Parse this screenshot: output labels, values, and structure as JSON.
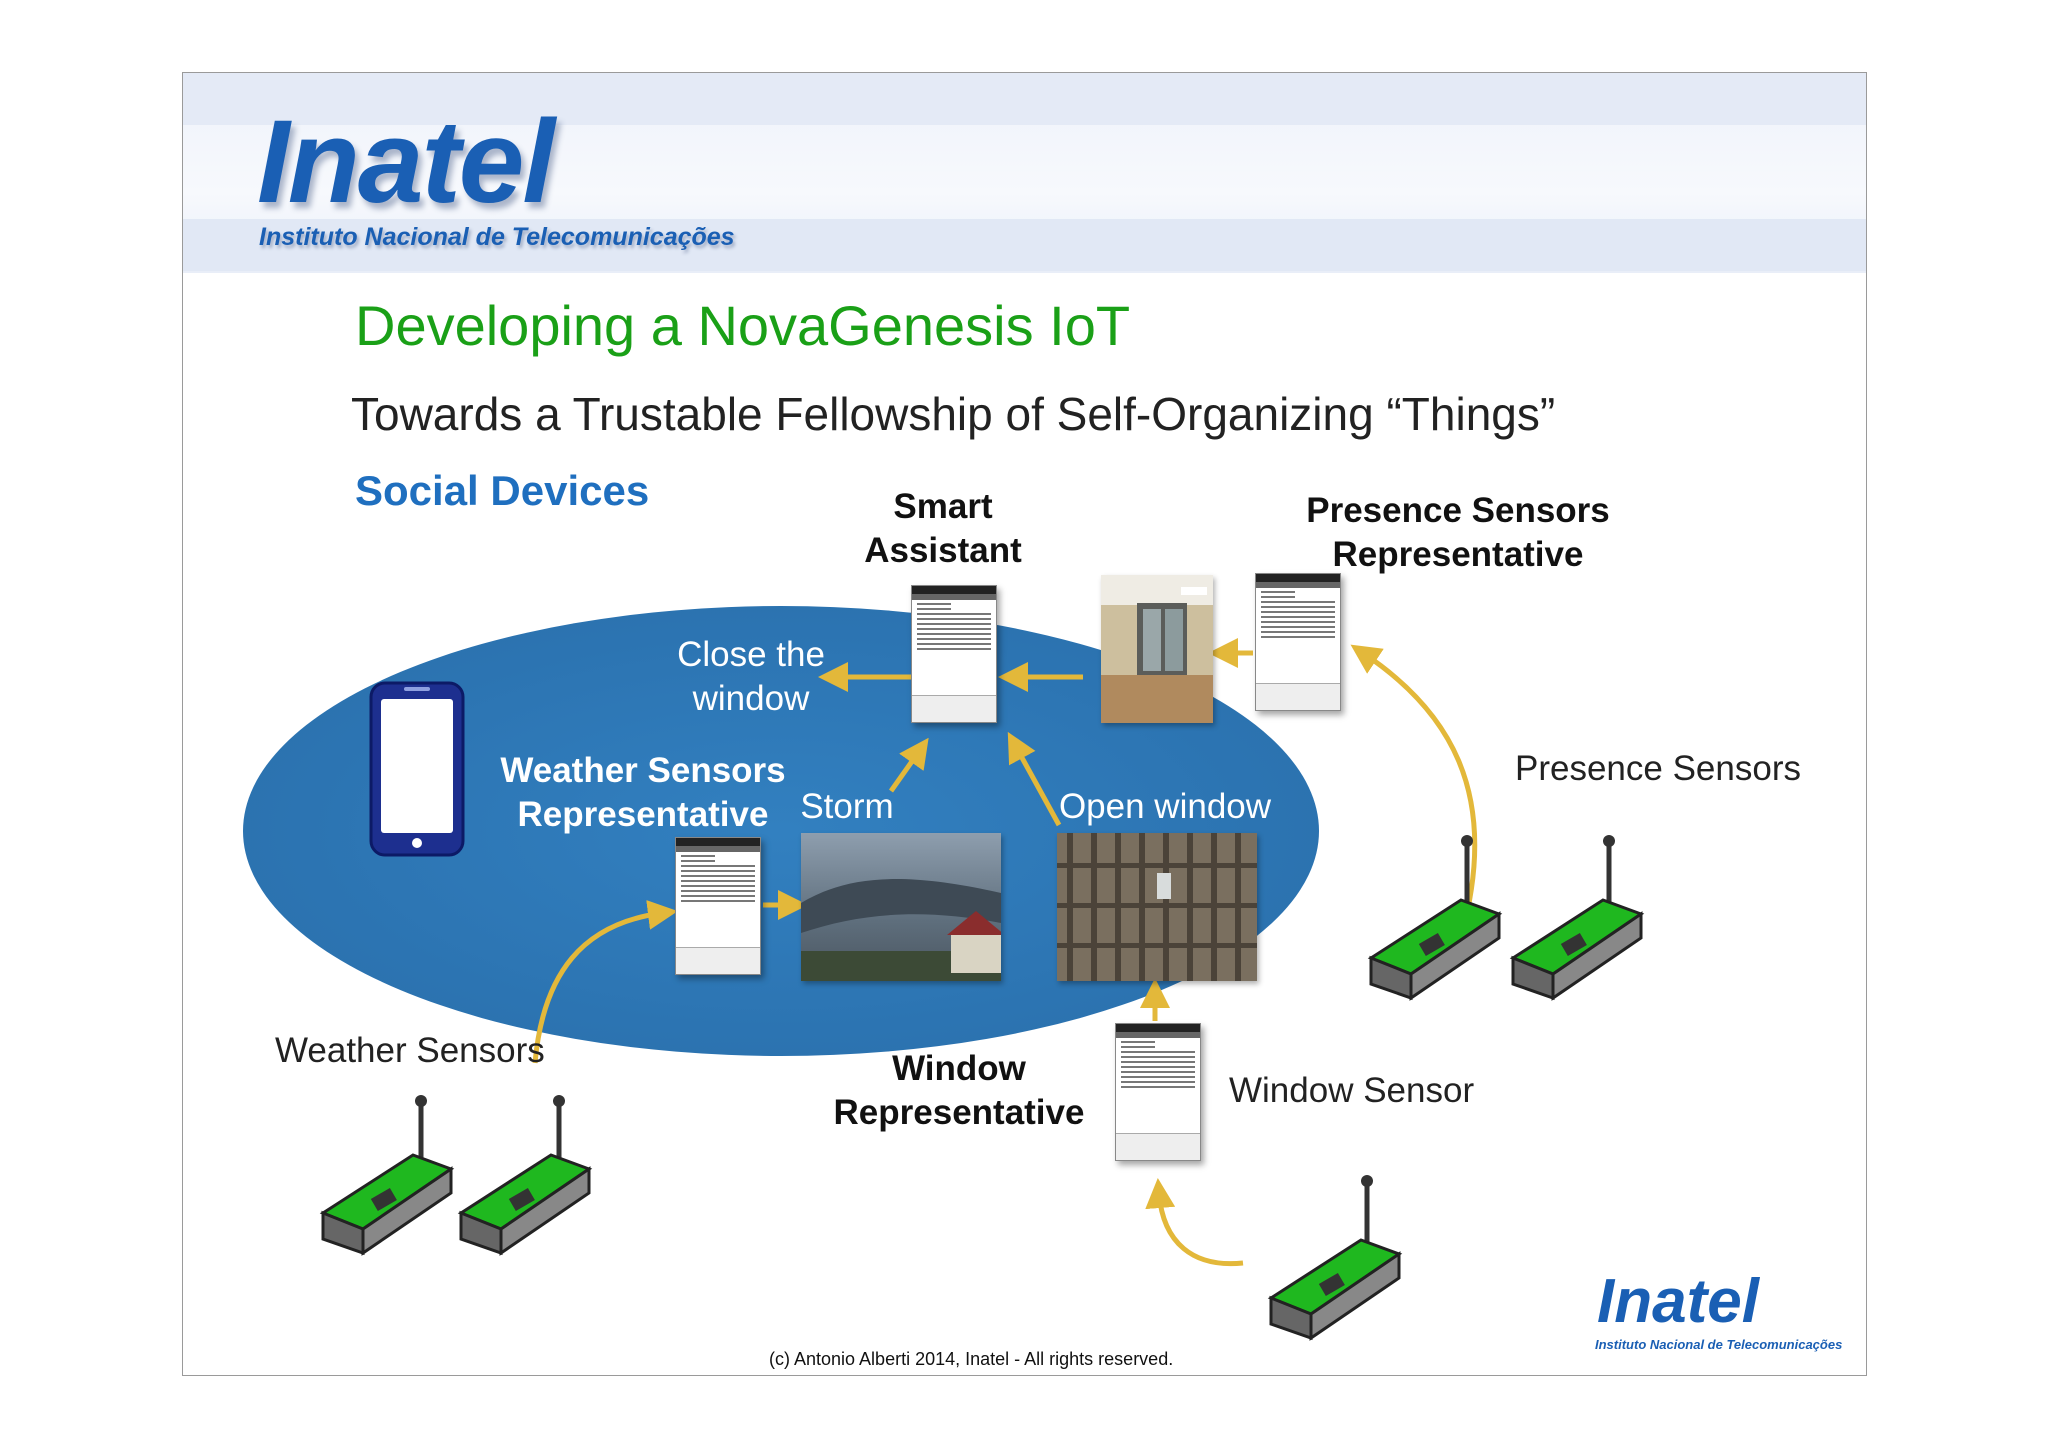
{
  "header": {
    "logo_text": "Inatel",
    "logo_subtitle": "Instituto Nacional de Telecomunicações"
  },
  "slide": {
    "title": "Developing a NovaGenesis IoT",
    "subtitle": "Towards a Trustable Fellowship of Self-Organizing “Things”",
    "section": "Social Devices"
  },
  "diagram": {
    "smart_assistant": [
      "Smart",
      "Assistant"
    ],
    "presence_rep": [
      "Presence Sensors",
      "Representative"
    ],
    "close_window": [
      "Close the",
      "window"
    ],
    "weather_rep": [
      "Weather Sensors",
      "Representative"
    ],
    "storm": "Storm",
    "open_window": "Open window",
    "presence_sensors": "Presence Sensors",
    "weather_sensors": "Weather Sensors",
    "window_rep": [
      "Window",
      "Representative"
    ],
    "window_sensor": "Window Sensor"
  },
  "colors": {
    "title_green": "#1aa017",
    "section_blue": "#1f6fbf",
    "ellipse_blue": "#2e7ab8",
    "arrow_yellow": "#e3b83a",
    "sensor_green": "#1fb81f"
  },
  "footer": {
    "copyright": "(c) Antonio Alberti 2014, Inatel - All rights reserved.",
    "logo_text": "Inatel",
    "logo_subtitle": "Instituto Nacional de Telecomunicações"
  }
}
